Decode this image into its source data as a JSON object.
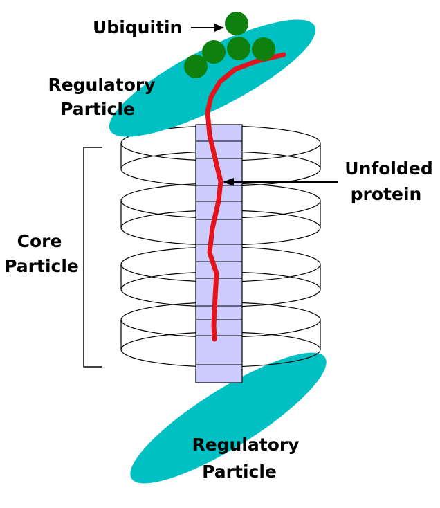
{
  "labels": {
    "ubiquitin": "Ubiquitin",
    "regulatory_top_line1": "Regulatory",
    "regulatory_top_line2": "Particle",
    "unfolded_line1": "Unfolded",
    "unfolded_line2": "protein",
    "core_line1": "Core",
    "core_line2": "Particle",
    "regulatory_bottom_line1": "Regulatory",
    "regulatory_bottom_line2": "Particle"
  },
  "colors": {
    "regulatory_particle": "#00c0c4",
    "ubiquitin": "#0e800e",
    "protein_chain": "#e4141c",
    "channel": "#ccccff",
    "outline": "#000000",
    "background": "#ffffff"
  }
}
